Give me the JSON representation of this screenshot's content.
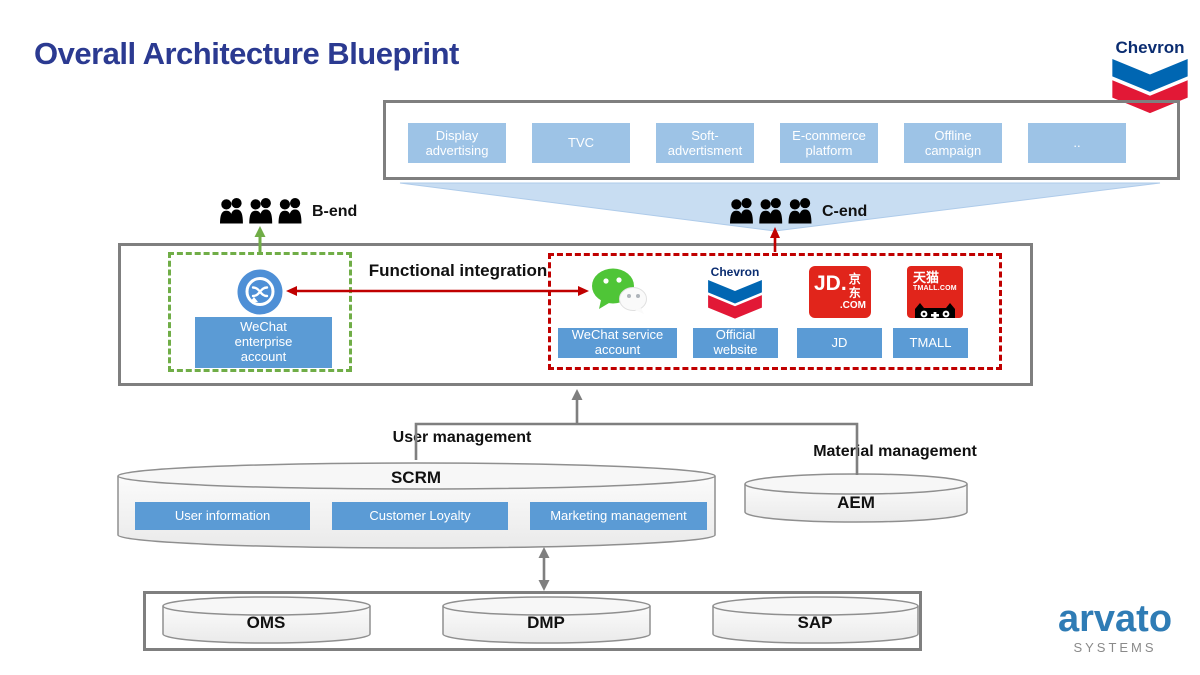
{
  "title": "Overall Architecture Blueprint",
  "brand": {
    "chevron_wordmark": "Chevron",
    "arvato_wordmark": "arvato",
    "arvato_sub": "SYSTEMS"
  },
  "channels": {
    "items": [
      "Display advertising",
      "TVC",
      "Soft-advertisment",
      "E-commerce platform",
      "Offline campaign",
      ".."
    ]
  },
  "audience": {
    "b_end": "B-end",
    "c_end": "C-end"
  },
  "integration": {
    "label": "Functional integration"
  },
  "enterprise_zone": {
    "account_label": "WeChat\nenterprise\naccount"
  },
  "consumer_zone": {
    "wechat_label": "WeChat service account",
    "website_label": "Official website",
    "jd_label": "JD",
    "tmall_label": "TMALL",
    "logos": {
      "chevron": "Chevron",
      "jd_main": "JD.",
      "jd_cn": "京东",
      "jd_sub": ".COM",
      "tmall_cn": "天猫",
      "tmall_sub": "TMALL.COM"
    }
  },
  "management": {
    "user": "User management",
    "material": "Material management"
  },
  "scrm": {
    "title": "SCRM",
    "modules": [
      "User information",
      "Customer Loyalty",
      "Marketing management"
    ]
  },
  "aem": {
    "title": "AEM"
  },
  "backend": {
    "systems": [
      "OMS",
      "DMP",
      "SAP"
    ]
  },
  "colors": {
    "title_navy": "#2B3A91",
    "light_blue": "#9DC3E6",
    "mid_blue": "#5B9BD5",
    "green": "#70AD47",
    "red": "#C00000",
    "gray": "#7F7F7F"
  }
}
